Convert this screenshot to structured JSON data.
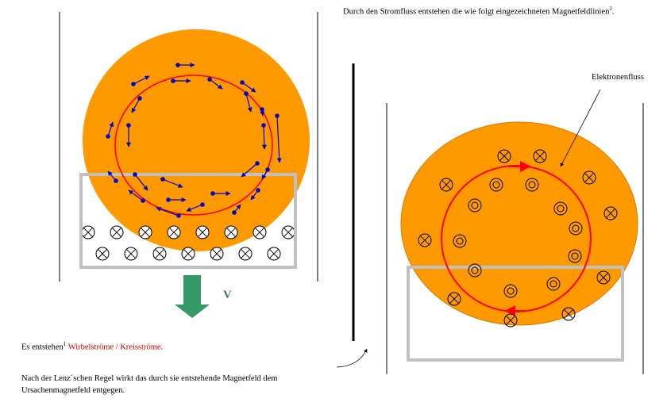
{
  "header": {
    "text": "Durch den Stromfluss entstehen die wie folgt eingezeichneten Magnetfeldlinien",
    "footnote_mark": "2",
    "end": "."
  },
  "left": {
    "velocity_label": "V",
    "line1_prefix": "Es entstehen",
    "line1_footnote": "1",
    "line1_highlight": "Wirbelströme / Kreisströme.",
    "line2": "Nach der Lenz´schen Regel wirkt das durch sie entstehende Magnetfeld dem",
    "line3": "Ursachenmagnetfeld entgegen."
  },
  "right": {
    "label_electron_flow": "Elektronenfluss"
  },
  "colors": {
    "disc": "#ff9900",
    "disc_edge": "#d87a00",
    "current_loop": "#ff0000",
    "arrows": "#0000cc",
    "magnet_frame": "#c0c0c0",
    "arrow_v": "#339966"
  },
  "symbols": {
    "into_page": "circle-with-cross",
    "out_of_page": "circle-with-dot"
  }
}
